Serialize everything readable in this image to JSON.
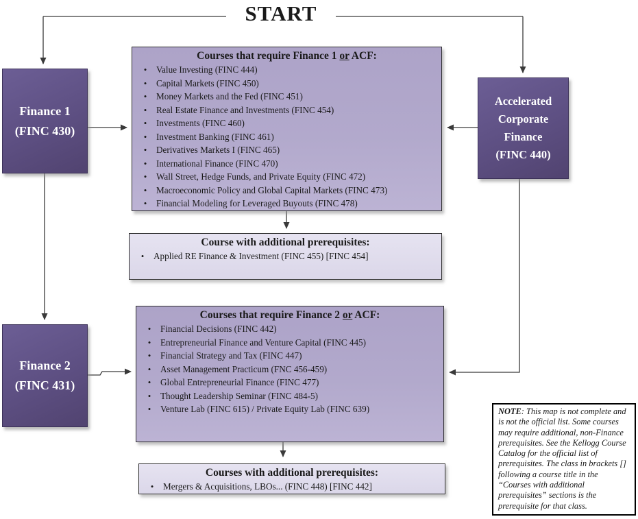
{
  "title": "START",
  "boxes": {
    "finance1": {
      "line1": "Finance 1",
      "line2": "(FINC 430)"
    },
    "finance2": {
      "line1": "Finance 2",
      "line2": "(FINC 431)"
    },
    "acf": {
      "lines": [
        "Accelerated",
        "Corporate",
        "Finance",
        "(FINC 440)"
      ]
    }
  },
  "course_groups": [
    {
      "heading_prefix": "Courses that require Finance 1 ",
      "heading_or": "or",
      "heading_suffix": " ACF:",
      "items": [
        "Value Investing (FINC 444)",
        "Capital Markets (FINC 450)",
        "Money Markets and the Fed (FINC 451)",
        "Real Estate Finance and Investments (FINC 454)",
        "Investments (FINC 460)",
        "Investment Banking (FINC 461)",
        "Derivatives Markets I (FINC 465)",
        "International Finance (FINC 470)",
        "Wall Street, Hedge Funds, and Private Equity (FINC 472)",
        "Macroeconomic Policy and Global Capital Markets (FINC 473)",
        "Financial Modeling for Leveraged Buyouts (FINC 478)"
      ]
    },
    {
      "heading_prefix": "Courses that require Finance 2 ",
      "heading_or": "or",
      "heading_suffix": " ACF:",
      "items": [
        "Financial Decisions (FINC 442)",
        "Entrepreneurial Finance and Venture Capital (FINC 445)",
        "Financial Strategy and Tax (FINC 447)",
        "Asset Management Practicum (FNC 456-459)",
        "Global Entrepreneurial Finance (FINC 477)",
        "Thought Leadership Seminar (FINC 484-5)",
        "Venture Lab (FINC 615) / Private Equity Lab (FINC 639)"
      ]
    }
  ],
  "prereq_groups": [
    {
      "heading": "Course with additional prerequisites:",
      "items": [
        "Applied RE Finance & Investment (FINC 455) [FINC 454]"
      ]
    },
    {
      "heading": "Courses with additional prerequisites:",
      "items": [
        "Mergers & Acquisitions, LBOs... (FINC 448) [FINC 442]"
      ]
    }
  ],
  "note": {
    "label": "NOTE",
    "body": ": This map is not complete and is not the official list. Some courses may require additional, non-Finance prerequisites. See the Kellogg Course Catalog for the official list of prerequisites. The class in brackets [] following a course title in the “Courses with additional prerequisites” sections is the prerequisite for that class."
  },
  "colors": {
    "box_purple": "#5d4f82",
    "box_purple_light": "#6c5e95",
    "box_purple_dark": "#514370",
    "panel_purple": "#b2a9cc",
    "panel_purple_light": "#ada3c8",
    "panel_purple_lighter": "#bcb3d4",
    "prereq_bg": "#e6e3f1",
    "prereq_bg_dark": "#dbd7e9",
    "line": "#3a3a3a",
    "text_dark": "#1a1a1a",
    "text_light": "#ffffff"
  }
}
